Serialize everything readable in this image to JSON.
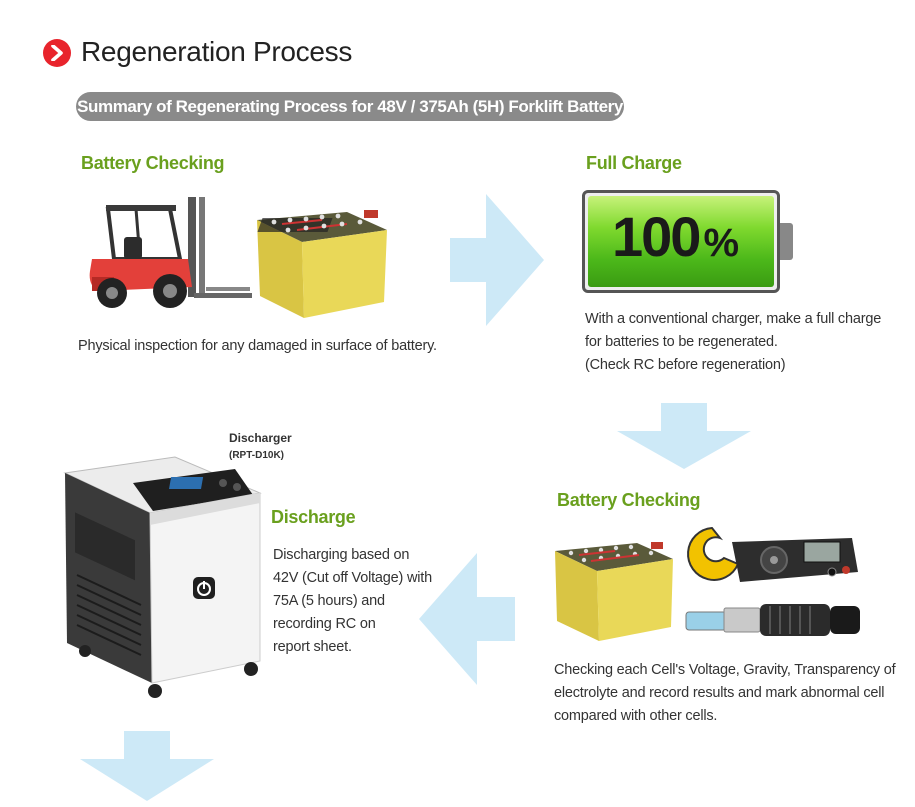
{
  "page": {
    "title": "Regeneration Process",
    "summary": "Summary of Regenerating Process for 48V / 375Ah (5H) Forklift Battery"
  },
  "steps": {
    "battery_checking_1": {
      "heading": "Battery Checking",
      "description": "Physical inspection for any damaged in surface of battery."
    },
    "full_charge": {
      "heading": "Full Charge",
      "battery_level": "100",
      "battery_unit": "%",
      "description_lines": [
        "With a conventional charger, make a full charge",
        "for batteries to be regenerated.",
        "(Check RC before regeneration)"
      ]
    },
    "battery_checking_2": {
      "heading": "Battery Checking",
      "description_lines": [
        "Checking each Cell's Voltage, Gravity, Transparency of",
        "electrolyte and record results and mark abnormal cell",
        "compared with other cells."
      ]
    },
    "discharge": {
      "device_name": "Discharger",
      "device_model": "(RPT-D10K)",
      "heading": "Discharge",
      "description_lines": [
        "Discharging based on",
        "42V (Cut off Voltage) with",
        "75A (5 hours) and",
        "recording RC on",
        "report sheet."
      ]
    }
  },
  "icons": {
    "title_bullet": "chevron-right-icon",
    "arrow_right": "arrow-right-icon",
    "arrow_down": "arrow-down-icon",
    "arrow_left": "arrow-left-icon"
  },
  "colors": {
    "accent_red": "#e8242c",
    "heading_green": "#6aa01e",
    "arrow_blue": "#cde9f7",
    "pill_gray": "#8a8a8a",
    "battery_fill_green": "#5cc41a"
  }
}
